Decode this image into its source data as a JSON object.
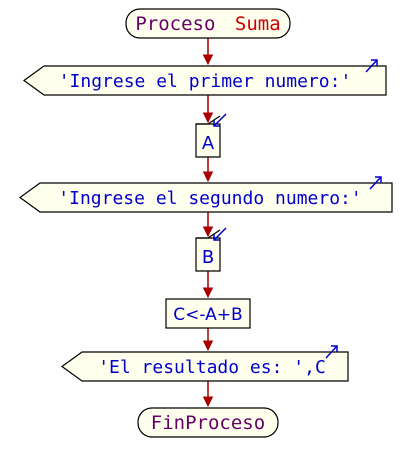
{
  "diagram": {
    "start": {
      "keyword": "Proceso",
      "name": "Suma"
    },
    "steps": [
      {
        "kind": "output",
        "text": "'Ingrese el primer numero:'"
      },
      {
        "kind": "input",
        "text": "A"
      },
      {
        "kind": "output",
        "text": "'Ingrese el segundo numero:'"
      },
      {
        "kind": "input",
        "text": "B"
      },
      {
        "kind": "assign",
        "text": "C<-A+B"
      },
      {
        "kind": "output",
        "text": "'El resultado es: ',C"
      }
    ],
    "end": {
      "text": "FinProceso"
    }
  },
  "colors": {
    "fill": "#ffffee",
    "stroke": "#000000",
    "arrow": "#aa0000",
    "keyword": "#660066",
    "name": "#cc0000",
    "text": "#0000cc",
    "io_arrow": "#0000cc"
  }
}
